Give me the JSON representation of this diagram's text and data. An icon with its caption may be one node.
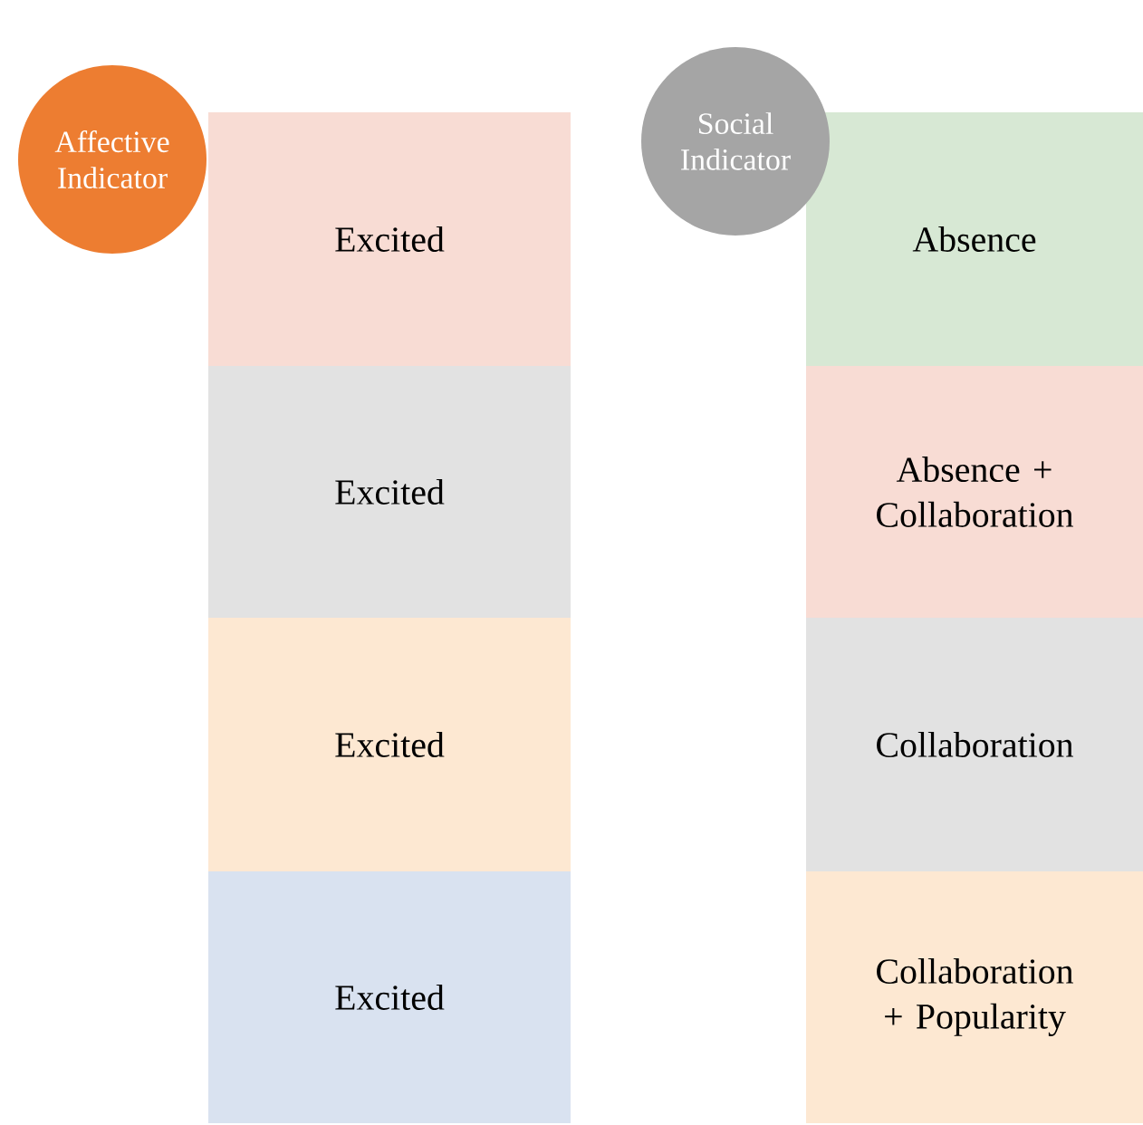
{
  "diagram": {
    "nodes": [
      {
        "text": [
          "Affective Indicator"
        ]
      },
      {
        "text": [
          "Excited"
        ]
      },
      {
        "text": [
          "Excited"
        ]
      },
      {
        "text": [
          "Excited"
        ]
      },
      {
        "text": [
          "Excited"
        ]
      },
      {
        "text": [
          "Social Indicator"
        ]
      },
      {
        "text": [
          "Absence"
        ]
      },
      {
        "text": [
          "Absence + Collaboration"
        ]
      },
      {
        "text": [
          "Collaboration"
        ]
      },
      {
        "text": [
          "Collaboration + Popularity"
        ]
      }
    ]
  }
}
